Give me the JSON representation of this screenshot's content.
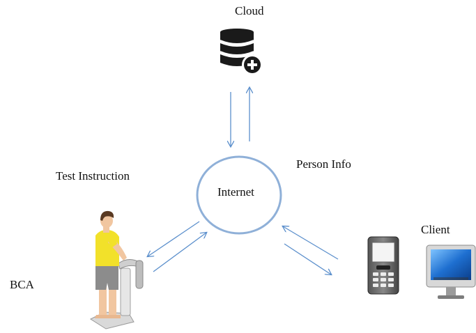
{
  "nodes": {
    "cloud": "Cloud",
    "internet": "Internet",
    "client": "Client",
    "bca": "BCA"
  },
  "edges": {
    "test_instruction": "Test Instruction",
    "person_info": "Person Info"
  },
  "colors": {
    "arrow": "#5b8fcc",
    "circle": "#8fb0d8",
    "database": "#1a1a1a",
    "monitor_screen": "#1e6fd0",
    "phone": "#3a3a3a"
  },
  "icons": [
    "database-plus-icon",
    "person-on-scale-icon",
    "mobile-phone-icon",
    "desktop-monitor-icon"
  ]
}
